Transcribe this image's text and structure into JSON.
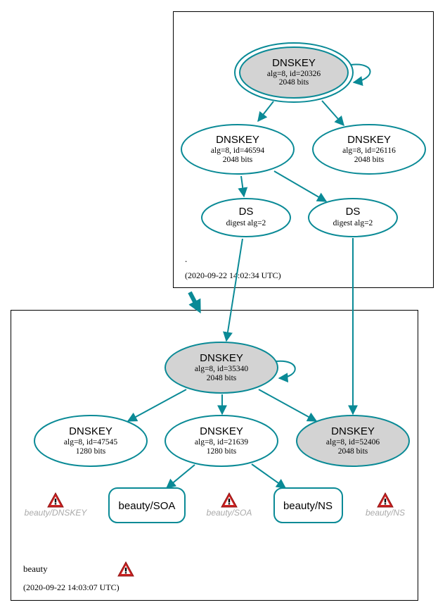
{
  "colors": {
    "edge": "#0a8a96",
    "node_fill_grey": "#d3d3d3",
    "warning_red": "#cc2222"
  },
  "root_zone": {
    "label": ".",
    "timestamp": "(2020-09-22 14:02:34 UTC)"
  },
  "beauty_zone": {
    "label": "beauty",
    "timestamp": "(2020-09-22 14:03:07 UTC)"
  },
  "nodes": {
    "root_ksk": {
      "title": "DNSKEY",
      "line1": "alg=8, id=20326",
      "line2": "2048 bits"
    },
    "root_zsk1": {
      "title": "DNSKEY",
      "line1": "alg=8, id=46594",
      "line2": "2048 bits"
    },
    "root_zsk2": {
      "title": "DNSKEY",
      "line1": "alg=8, id=26116",
      "line2": "2048 bits"
    },
    "ds1": {
      "title": "DS",
      "line1": "digest alg=2"
    },
    "ds2": {
      "title": "DS",
      "line1": "digest alg=2"
    },
    "beauty_ksk": {
      "title": "DNSKEY",
      "line1": "alg=8, id=35340",
      "line2": "2048 bits"
    },
    "beauty_zsk1": {
      "title": "DNSKEY",
      "line1": "alg=8, id=47545",
      "line2": "1280 bits"
    },
    "beauty_zsk2": {
      "title": "DNSKEY",
      "line1": "alg=8, id=21639",
      "line2": "1280 bits"
    },
    "beauty_ksk2": {
      "title": "DNSKEY",
      "line1": "alg=8, id=52406",
      "line2": "2048 bits"
    }
  },
  "rrsets": {
    "soa": "beauty/SOA",
    "ns": "beauty/NS"
  },
  "warnings": {
    "dnskey": "beauty/DNSKEY",
    "soa": "beauty/SOA",
    "ns": "beauty/NS"
  },
  "icons": {
    "warning": "warning-triangle-icon"
  }
}
